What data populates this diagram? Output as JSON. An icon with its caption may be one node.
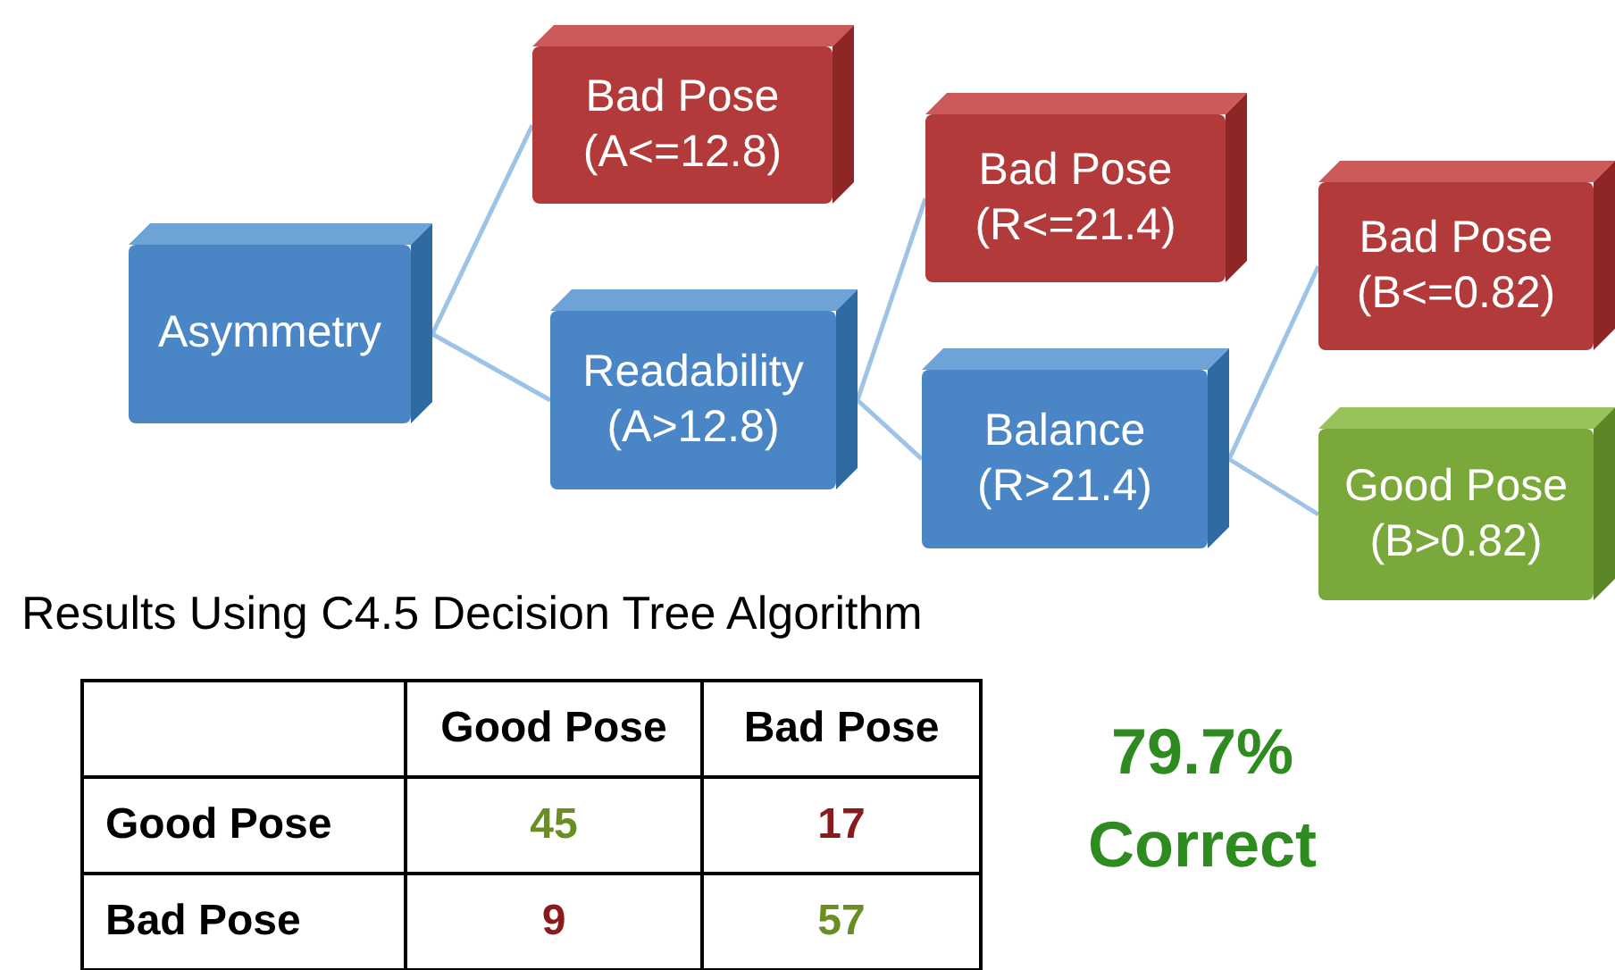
{
  "diagram": {
    "nodes": [
      {
        "text": [
          "Asymmetry"
        ]
      },
      {
        "text": [
          "Bad Pose",
          "(A<=12.8)"
        ]
      },
      {
        "text": [
          "Readability",
          "(A>12.8)"
        ]
      },
      {
        "text": [
          "Bad Pose",
          "(R<=21.4)"
        ]
      },
      {
        "text": [
          "Balance",
          "(R>21.4)"
        ]
      },
      {
        "text": [
          "Bad Pose",
          "(B<=0.82)"
        ]
      },
      {
        "text": [
          "Good Pose",
          "(B>0.82)"
        ]
      }
    ],
    "edges": [
      {
        "from": 0,
        "to": 1,
        "arrow": "none"
      },
      {
        "from": 0,
        "to": 2,
        "arrow": "none"
      },
      {
        "from": 2,
        "to": 3,
        "arrow": "none"
      },
      {
        "from": 2,
        "to": 4,
        "arrow": "none"
      },
      {
        "from": 4,
        "to": 5,
        "arrow": "none"
      },
      {
        "from": 4,
        "to": 6,
        "arrow": "none"
      }
    ],
    "labels": [
      "Results Using C4.5 Decision Tree Algorithm",
      "Good Pose",
      "Bad Pose",
      "Good Pose",
      "45",
      "17",
      "Bad Pose",
      "9",
      "57",
      "79.7% Correct"
    ]
  }
}
